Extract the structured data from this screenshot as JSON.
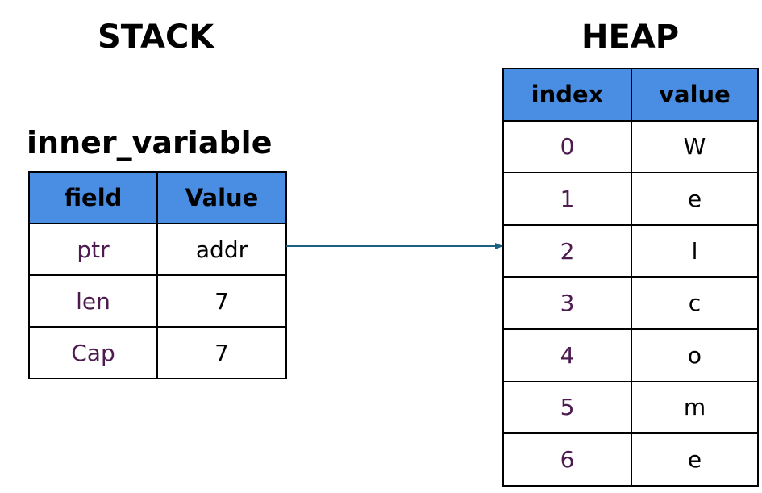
{
  "stack": {
    "heading": "STACK",
    "variable_name": "inner_variable",
    "columns": [
      "field",
      "Value"
    ],
    "rows": [
      {
        "field": "ptr",
        "value": "addr"
      },
      {
        "field": "len",
        "value": "7"
      },
      {
        "field": "Cap",
        "value": "7"
      }
    ]
  },
  "heap": {
    "heading": "HEAP",
    "columns": [
      "index",
      "value"
    ],
    "rows": [
      {
        "index": "0",
        "value": "W"
      },
      {
        "index": "1",
        "value": "e"
      },
      {
        "index": "2",
        "value": "l"
      },
      {
        "index": "3",
        "value": "c"
      },
      {
        "index": "4",
        "value": "o"
      },
      {
        "index": "5",
        "value": "m"
      },
      {
        "index": "6",
        "value": "e"
      }
    ]
  },
  "pointer": {
    "from": "stack.rows.0.value",
    "to": "heap.rows.2",
    "color": "#1f5f7f"
  },
  "colors": {
    "header_fill": "#4a8ee4",
    "key_text": "#4d1b4f",
    "border": "#000000"
  }
}
